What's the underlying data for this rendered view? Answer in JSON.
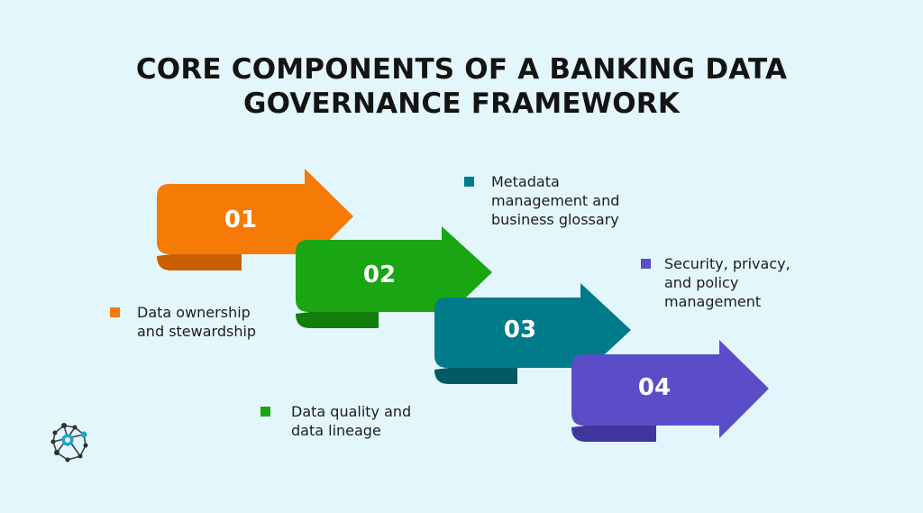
{
  "title": {
    "line1": "CORE COMPONENTS OF A BANKING DATA",
    "line2": "GOVERNANCE FRAMEWORK"
  },
  "steps": [
    {
      "number": "01",
      "color": "#f57a06",
      "shade": "#c85f00"
    },
    {
      "number": "02",
      "color": "#1aa512",
      "shade": "#127d0d"
    },
    {
      "number": "03",
      "color": "#007b8a",
      "shade": "#005963"
    },
    {
      "number": "04",
      "color": "#5b4dc8",
      "shade": "#4036a0"
    }
  ],
  "legend": [
    {
      "lines": [
        "Data ownership",
        "and stewardship"
      ],
      "color": "#f57a06"
    },
    {
      "lines": [
        "Data quality and",
        "data lineage"
      ],
      "color": "#1aa512"
    },
    {
      "lines": [
        "Metadata",
        "management and",
        "business glossary"
      ],
      "color": "#007b8a"
    },
    {
      "lines": [
        "Security, privacy,",
        "and policy",
        "management"
      ],
      "color": "#5b4dc8"
    }
  ],
  "logo_icon": "network-logo-icon"
}
